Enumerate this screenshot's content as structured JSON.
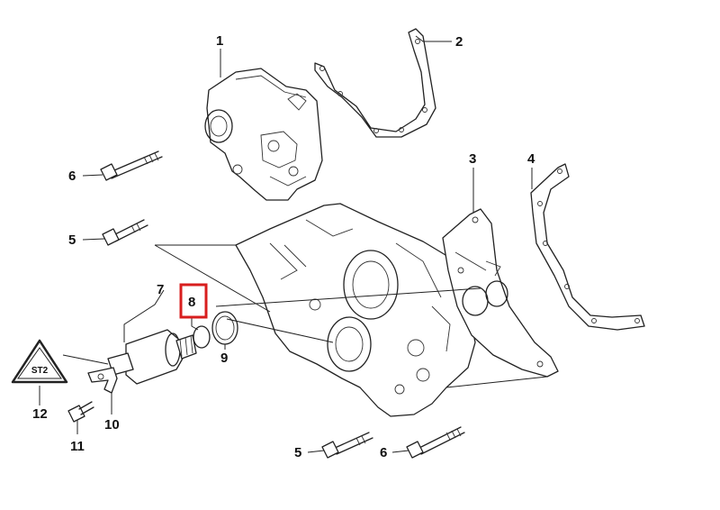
{
  "diagram": {
    "callouts": [
      {
        "id": "c1",
        "label": "1"
      },
      {
        "id": "c2",
        "label": "2"
      },
      {
        "id": "c3",
        "label": "3"
      },
      {
        "id": "c4",
        "label": "4"
      },
      {
        "id": "c5a",
        "label": "5"
      },
      {
        "id": "c6a",
        "label": "6"
      },
      {
        "id": "c7",
        "label": "7"
      },
      {
        "id": "c8",
        "label": "8"
      },
      {
        "id": "c9",
        "label": "9"
      },
      {
        "id": "c10",
        "label": "10"
      },
      {
        "id": "c11",
        "label": "11"
      },
      {
        "id": "c12",
        "label": "12"
      },
      {
        "id": "c5b",
        "label": "5"
      },
      {
        "id": "c6b",
        "label": "6"
      }
    ],
    "highlighted_part": "8",
    "highlight_color": "#d81e1e",
    "symbol_text": "ST2"
  }
}
